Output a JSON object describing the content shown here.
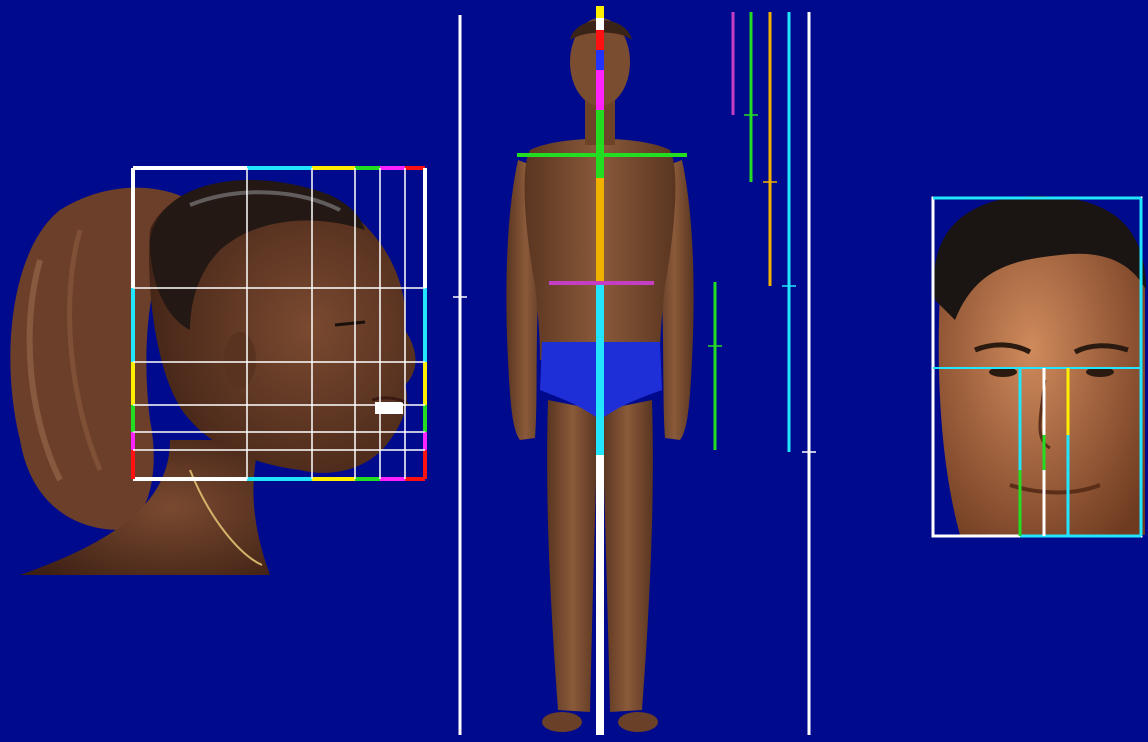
{
  "scene": {
    "background": "#000a8c",
    "subjects": [
      "female-profile-head",
      "male-full-body-figure",
      "male-frontal-face"
    ],
    "icons": [
      "golden-ratio-grid-icon",
      "proportion-bar-icon"
    ]
  },
  "palette": {
    "white": "#ffffff",
    "cyan": "#22e6ff",
    "yellow": "#ffee00",
    "green": "#22dd22",
    "magenta": "#ff22ff",
    "red": "#ff1111",
    "orange": "#f2b000",
    "blue": "#2233ff",
    "purple": "#c43ec4",
    "skin_dark": "#7a4a30",
    "skin_light": "#b07450",
    "hair_brown": "#6b3f2a",
    "hair_black": "#1a1412",
    "briefs": "#1e2fd8"
  }
}
